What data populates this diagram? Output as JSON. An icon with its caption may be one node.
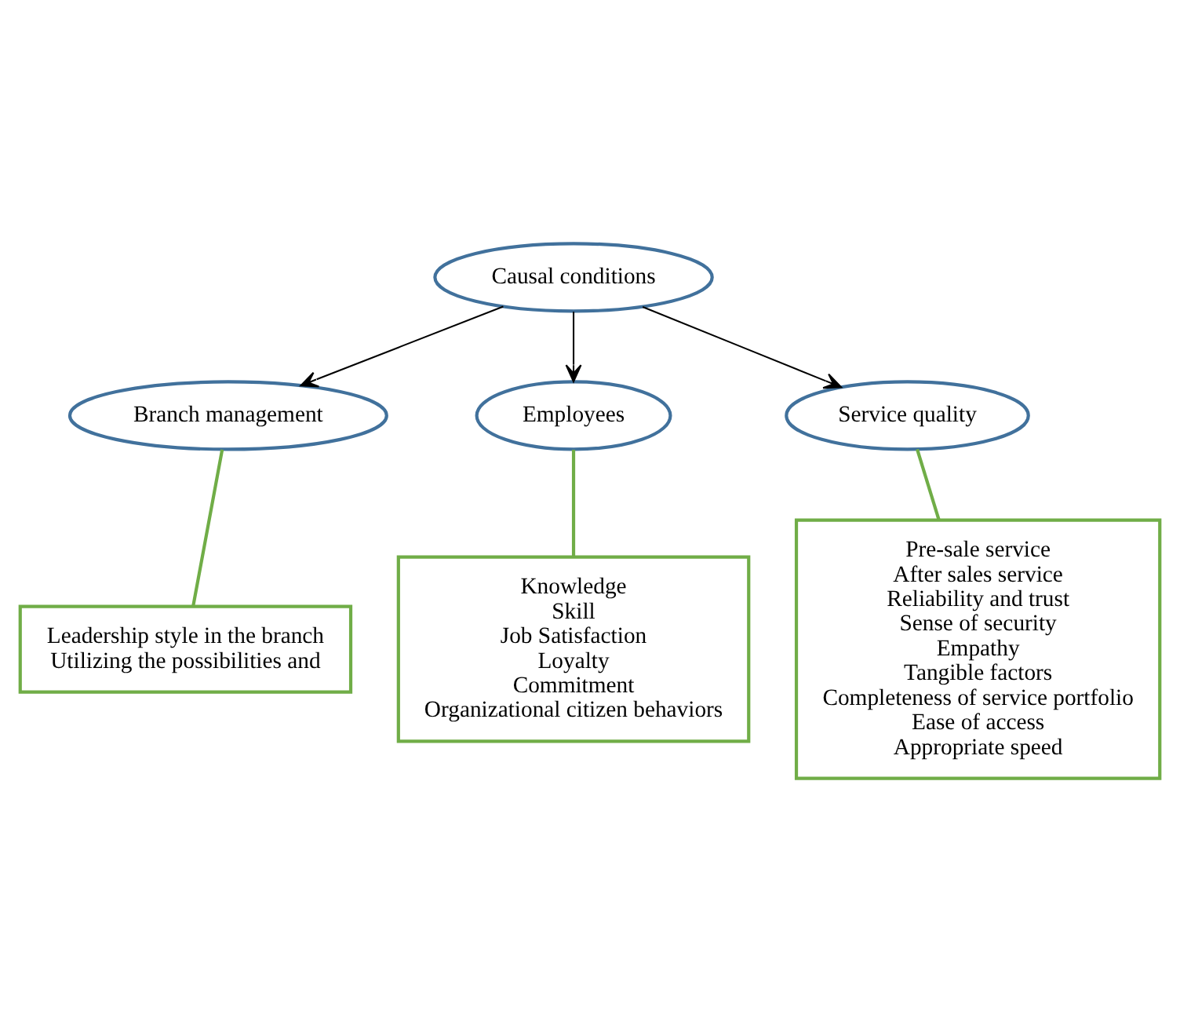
{
  "diagram": {
    "nodes": [
      {
        "text": [
          "Causal conditions"
        ]
      },
      {
        "text": [
          "Branch management"
        ]
      },
      {
        "text": [
          "Employees"
        ]
      },
      {
        "text": [
          "Service quality"
        ]
      },
      {
        "text": [
          "Leadership style in the branch",
          "Utilizing the possibilities and"
        ]
      },
      {
        "text": [
          "Knowledge",
          "Skill",
          "Job Satisfaction",
          "Loyalty",
          "Commitment",
          "Organizational citizen behaviors"
        ]
      },
      {
        "text": [
          "Pre-sale service",
          "After sales service",
          "Reliability and trust",
          "Sense of security",
          "Empathy",
          "Tangible factors",
          "Completeness of service portfolio",
          "Ease of access",
          "Appropriate speed"
        ]
      }
    ],
    "edges": [
      {
        "from": 0,
        "to": 1,
        "arrow": "to"
      },
      {
        "from": 0,
        "to": 2,
        "arrow": "to"
      },
      {
        "from": 0,
        "to": 3,
        "arrow": "to"
      },
      {
        "from": 1,
        "to": 4,
        "arrow": "none",
        "color": "#70ad47"
      },
      {
        "from": 2,
        "to": 5,
        "arrow": "none",
        "color": "#70ad47"
      },
      {
        "from": 3,
        "to": 6,
        "arrow": "none",
        "color": "#70ad47"
      }
    ]
  }
}
